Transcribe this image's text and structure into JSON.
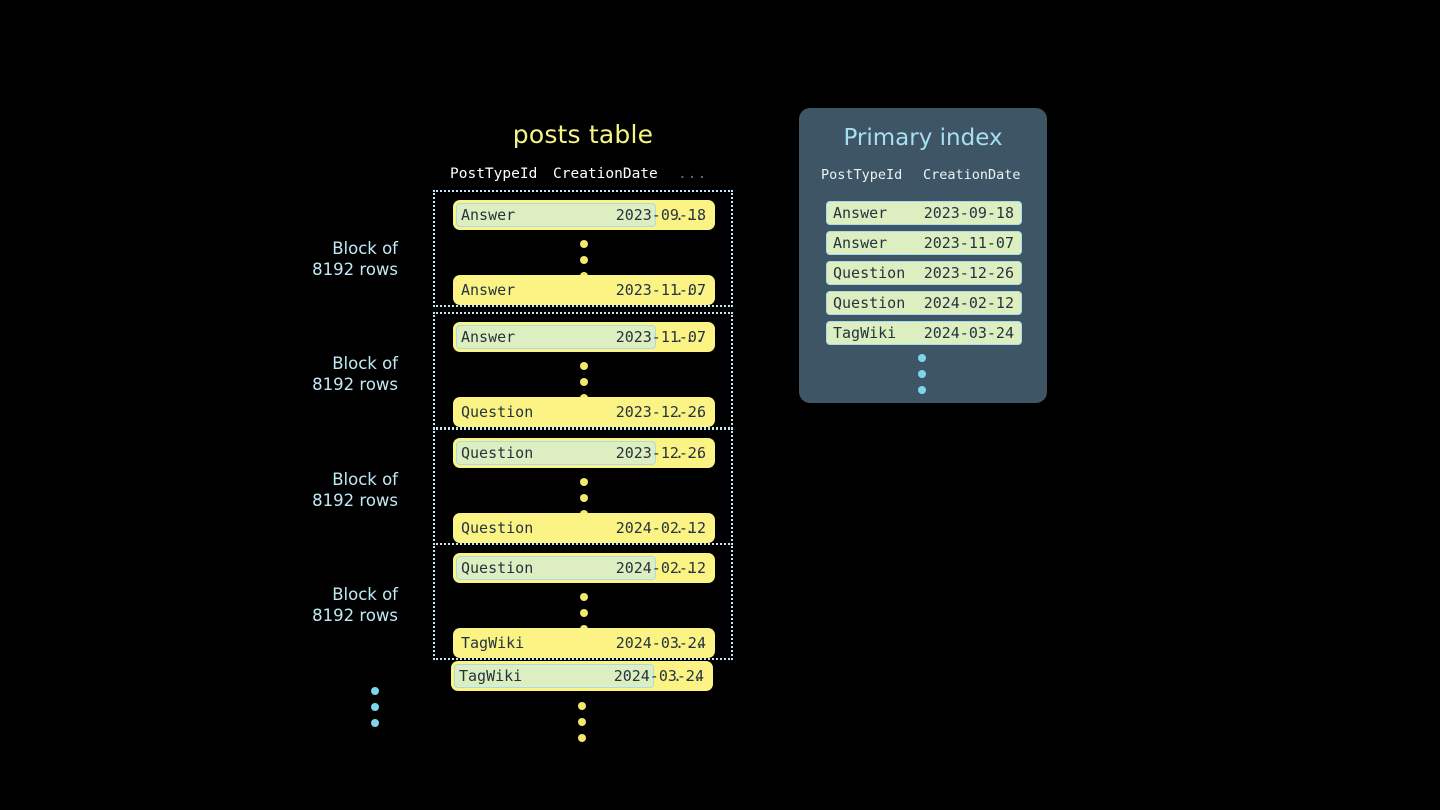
{
  "background_color": "#000000",
  "accent_colors": {
    "row_yellow": "#fbf485",
    "highlight_green": "#ddefc1",
    "highlight_border": "#a9dcea",
    "light_blue": "#bfe9f5",
    "panel_slate": "#3d5564",
    "text_dark": "#26333f",
    "title_yellow": "#f6f485"
  },
  "posts_table": {
    "title": "posts table",
    "columns": {
      "post_type_id": "PostTypeId",
      "creation_date": "CreationDate",
      "more": "..."
    },
    "row_more": "...",
    "blocks": [
      {
        "label": "Block of\n8192 rows",
        "first_row": {
          "post_type_id": "Answer",
          "creation_date": "2023-09-18",
          "selected": true
        },
        "last_row": {
          "post_type_id": "Answer",
          "creation_date": "2023-11-07",
          "selected": false
        }
      },
      {
        "label": "Block of\n8192 rows",
        "first_row": {
          "post_type_id": "Answer",
          "creation_date": "2023-11-07",
          "selected": true
        },
        "last_row": {
          "post_type_id": "Question",
          "creation_date": "2023-12-26",
          "selected": false
        }
      },
      {
        "label": "Block of\n8192 rows",
        "first_row": {
          "post_type_id": "Question",
          "creation_date": "2023-12-26",
          "selected": true
        },
        "last_row": {
          "post_type_id": "Question",
          "creation_date": "2024-02-12",
          "selected": false
        }
      },
      {
        "label": "Block of\n8192 rows",
        "first_row": {
          "post_type_id": "Question",
          "creation_date": "2024-02-12",
          "selected": true
        },
        "last_row": {
          "post_type_id": "TagWiki",
          "creation_date": "2024-03-24",
          "selected": false
        }
      }
    ],
    "trailing_row": {
      "post_type_id": "TagWiki",
      "creation_date": "2024-03-24",
      "selected": true
    }
  },
  "primary_index": {
    "title": "Primary index",
    "columns": {
      "post_type_id": "PostTypeId",
      "creation_date": "CreationDate"
    },
    "rows": [
      {
        "post_type_id": "Answer",
        "creation_date": "2023-09-18"
      },
      {
        "post_type_id": "Answer",
        "creation_date": "2023-11-07"
      },
      {
        "post_type_id": "Question",
        "creation_date": "2023-12-26"
      },
      {
        "post_type_id": "Question",
        "creation_date": "2024-02-12"
      },
      {
        "post_type_id": "TagWiki",
        "creation_date": "2024-03-24"
      }
    ]
  }
}
